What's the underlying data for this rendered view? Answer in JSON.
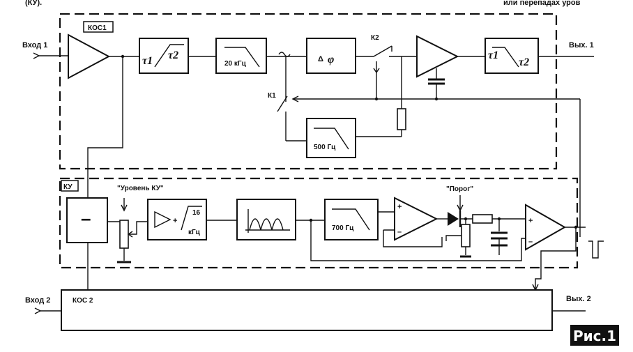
{
  "header": {
    "left_fragment": "(КУ).",
    "right_fragment": "или перепадах уров"
  },
  "inputs": {
    "in1": "Вход 1",
    "in2": "Вход 2"
  },
  "outputs": {
    "out1": "Вых. 1",
    "out2": "Вых. 2"
  },
  "groups": {
    "kos1": "КОС1",
    "ku": "КУ",
    "kos2": "КОС 2"
  },
  "blocks": {
    "tau1": "τ1",
    "tau2": "τ2",
    "lpf20": "20 кГц",
    "phase_delta": "Δ",
    "phase_phi": "φ",
    "lpf500": "500 Гц",
    "lpf700": "700 Гц",
    "minus": "–",
    "amp_plus": "+",
    "amp_16": "16",
    "amp_khz": "кГц",
    "comp_plus": "+",
    "comp_minus": "–"
  },
  "switches": {
    "k1": "К1",
    "k2": "К2"
  },
  "controls": {
    "level": "\"Уровень КУ\"",
    "threshold": "\"Порог\""
  },
  "figure_label": "Рис.1"
}
